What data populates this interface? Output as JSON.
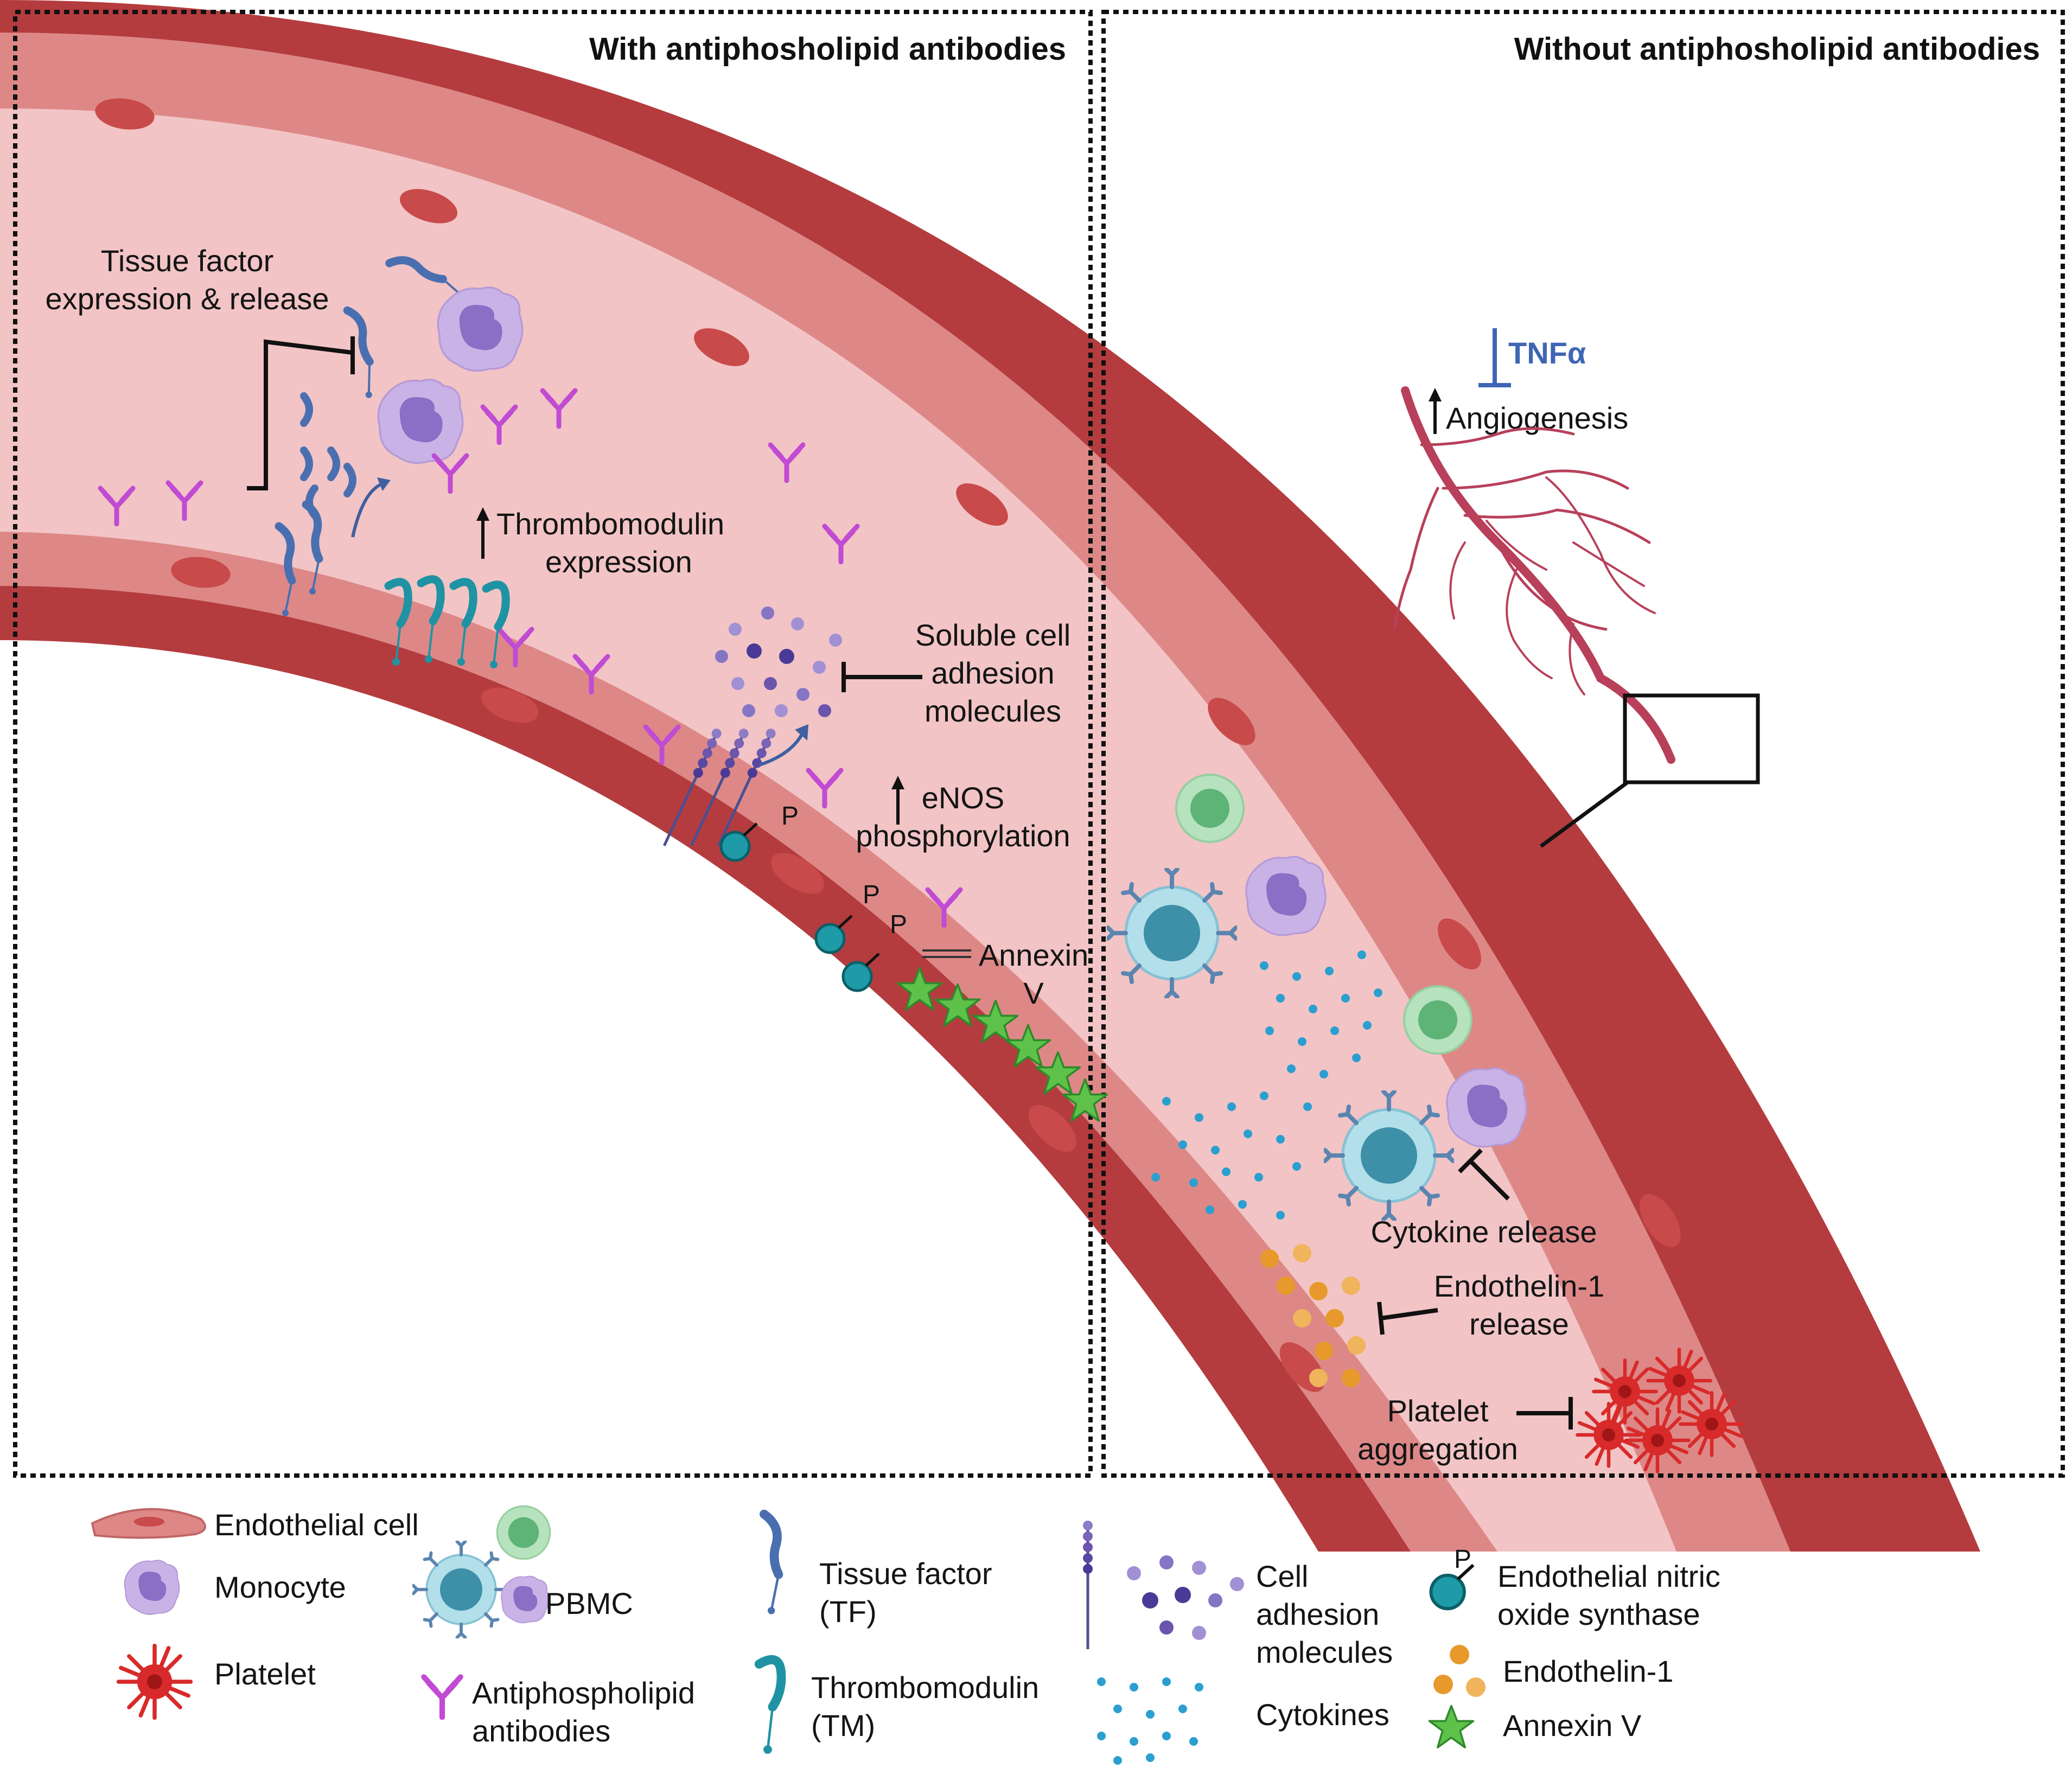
{
  "panels": {
    "left_title": "With antiphosholipid antibodies",
    "right_title": "Without  antiphosholipid antibodies"
  },
  "left_labels": {
    "tissue_factor_1": "Tissue factor",
    "tissue_factor_2": "expression & release",
    "thrombomodulin_1": "Thrombomodulin",
    "thrombomodulin_2": "expression",
    "soluble_1": "Soluble cell",
    "soluble_2": "adhesion",
    "soluble_3": "molecules",
    "enos_1": "eNOS",
    "enos_2": "phosphorylation",
    "annexin_1": "Annexin",
    "annexin_2": "V",
    "p_mark": "P"
  },
  "right_labels": {
    "tnfa": "TNFα",
    "angiogenesis": "Angiogenesis",
    "cytokine_release": "Cytokine release",
    "endothelin_1": "Endothelin-1",
    "endothelin_2": "release",
    "platelet_1": "Platelet",
    "platelet_2": "aggregation"
  },
  "legend": {
    "endothelial_cell": "Endothelial cell",
    "monocyte": "Monocyte",
    "platelet": "Platelet",
    "pbmc": "PBMC",
    "apl_1": "Antiphospholipid",
    "apl_2": "antibodies",
    "tf_1": "Tissue factor",
    "tf_2": "(TF)",
    "tm_1": "Thrombomodulin",
    "tm_2": "(TM)",
    "cam_1": "Cell",
    "cam_2": "adhesion",
    "cam_3": "molecules",
    "cytokines": "Cytokines",
    "enos_1": "Endothelial nitric",
    "enos_2": "oxide synthase",
    "p_mark": "P",
    "endothelin": "Endothelin-1",
    "annexin": "Annexin V"
  },
  "colors": {
    "vessel_wall": "#b43c3e",
    "lumen": "#f1c3c4",
    "endothelium": "#dc8584",
    "nucleus": "#c94a4a",
    "tissue_factor": "#4a6fb0",
    "thrombomodulin": "#1f93a3",
    "antibody": "#c14bd3",
    "monocyte": "#c7b1e4",
    "pbmc_green": "#9fd6a8",
    "pbmc_blue": "#a9d9e6",
    "cytokine": "#2b9fd0",
    "endothelin": "#e79a2b",
    "annexin": "#5ec24a",
    "platelet": "#d82a2a",
    "enos": "#1e9aa8",
    "tnfa_text": "#3f66b5"
  }
}
